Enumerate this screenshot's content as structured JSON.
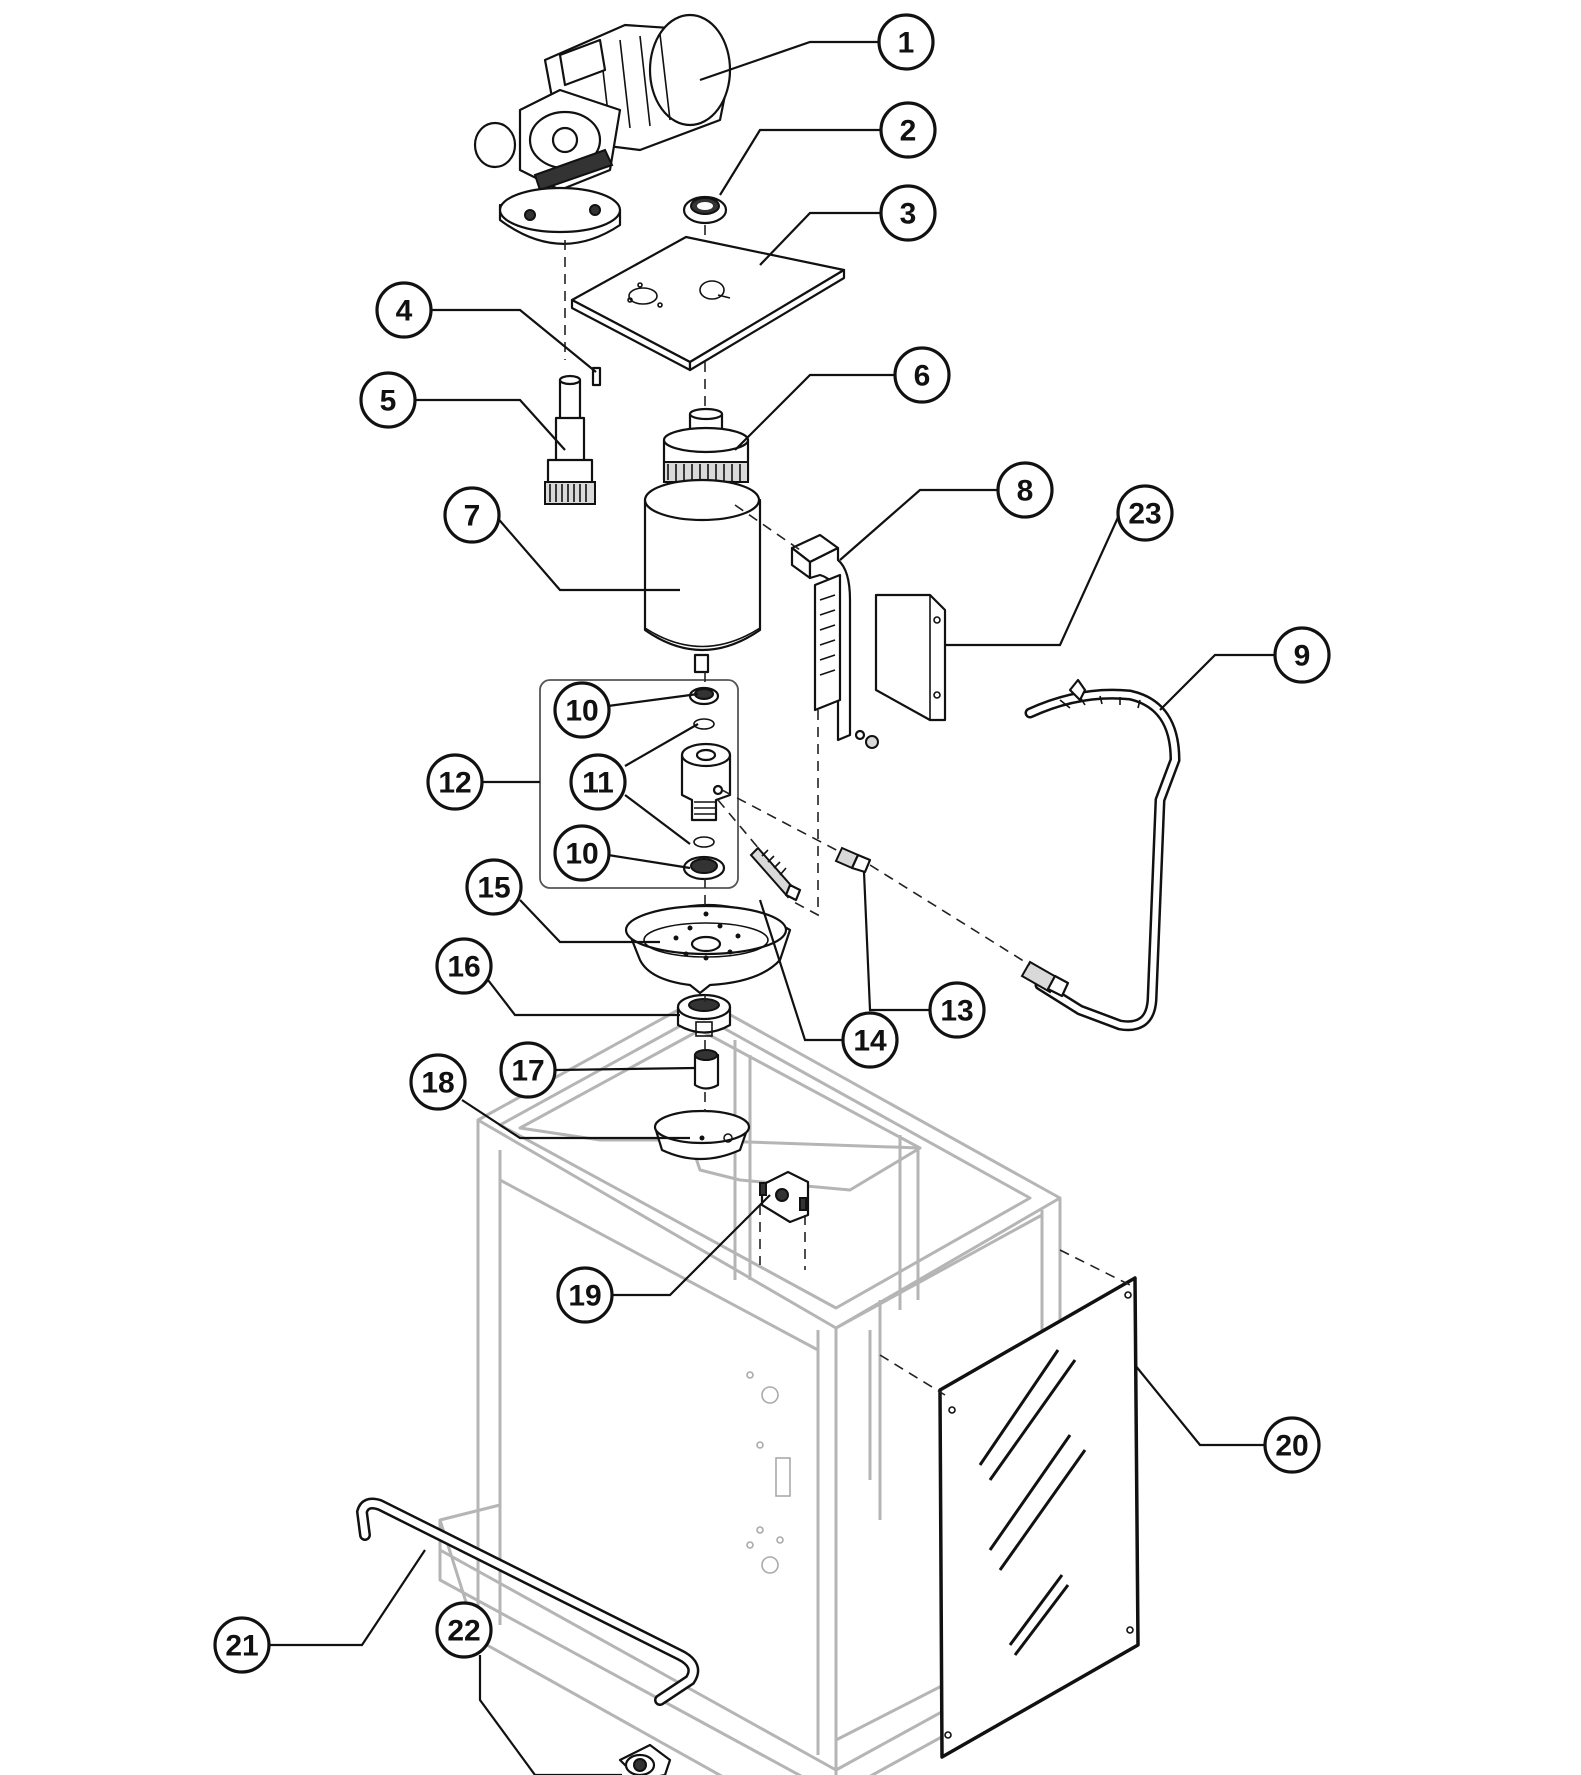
{
  "balloons": [
    {
      "id": "b1",
      "label": "1"
    },
    {
      "id": "b2",
      "label": "2"
    },
    {
      "id": "b3",
      "label": "3"
    },
    {
      "id": "b4",
      "label": "4"
    },
    {
      "id": "b5",
      "label": "5"
    },
    {
      "id": "b6",
      "label": "6"
    },
    {
      "id": "b7",
      "label": "7"
    },
    {
      "id": "b8",
      "label": "8"
    },
    {
      "id": "b23",
      "label": "23"
    },
    {
      "id": "b9",
      "label": "9"
    },
    {
      "id": "b10a",
      "label": "10"
    },
    {
      "id": "b11",
      "label": "11"
    },
    {
      "id": "b12",
      "label": "12"
    },
    {
      "id": "b10b",
      "label": "10"
    },
    {
      "id": "b15",
      "label": "15"
    },
    {
      "id": "b16",
      "label": "16"
    },
    {
      "id": "b13",
      "label": "13"
    },
    {
      "id": "b14",
      "label": "14"
    },
    {
      "id": "b17",
      "label": "17"
    },
    {
      "id": "b18",
      "label": "18"
    },
    {
      "id": "b19",
      "label": "19"
    },
    {
      "id": "b20",
      "label": "20"
    },
    {
      "id": "b21",
      "label": "21"
    },
    {
      "id": "b22",
      "label": "22"
    }
  ]
}
